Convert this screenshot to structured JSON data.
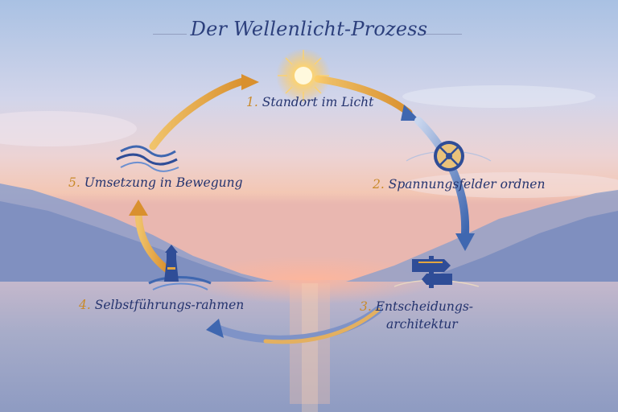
{
  "title": "Der Wellenlicht-Prozess",
  "steps": [
    {
      "number": "1.",
      "label": "Standort im Licht",
      "icon": "sun-icon"
    },
    {
      "number": "2.",
      "label": "Spannungsfelder ordnen",
      "icon": "compass-icon"
    },
    {
      "number": "3.",
      "label_line1": "Entscheidungs-",
      "label_line2": "architektur",
      "icon": "signpost-icon"
    },
    {
      "number": "4.",
      "label": "Selbstführungs-rahmen",
      "icon": "lighthouse-icon"
    },
    {
      "number": "5.",
      "label": "Umsetzung in Bewegung",
      "icon": "waves-icon"
    }
  ],
  "colors": {
    "title": "#2c3f7c",
    "text": "#24336e",
    "number": "#c98a2a",
    "arrow_gold": "#e3a640",
    "arrow_blue": "#4a6fb5"
  }
}
